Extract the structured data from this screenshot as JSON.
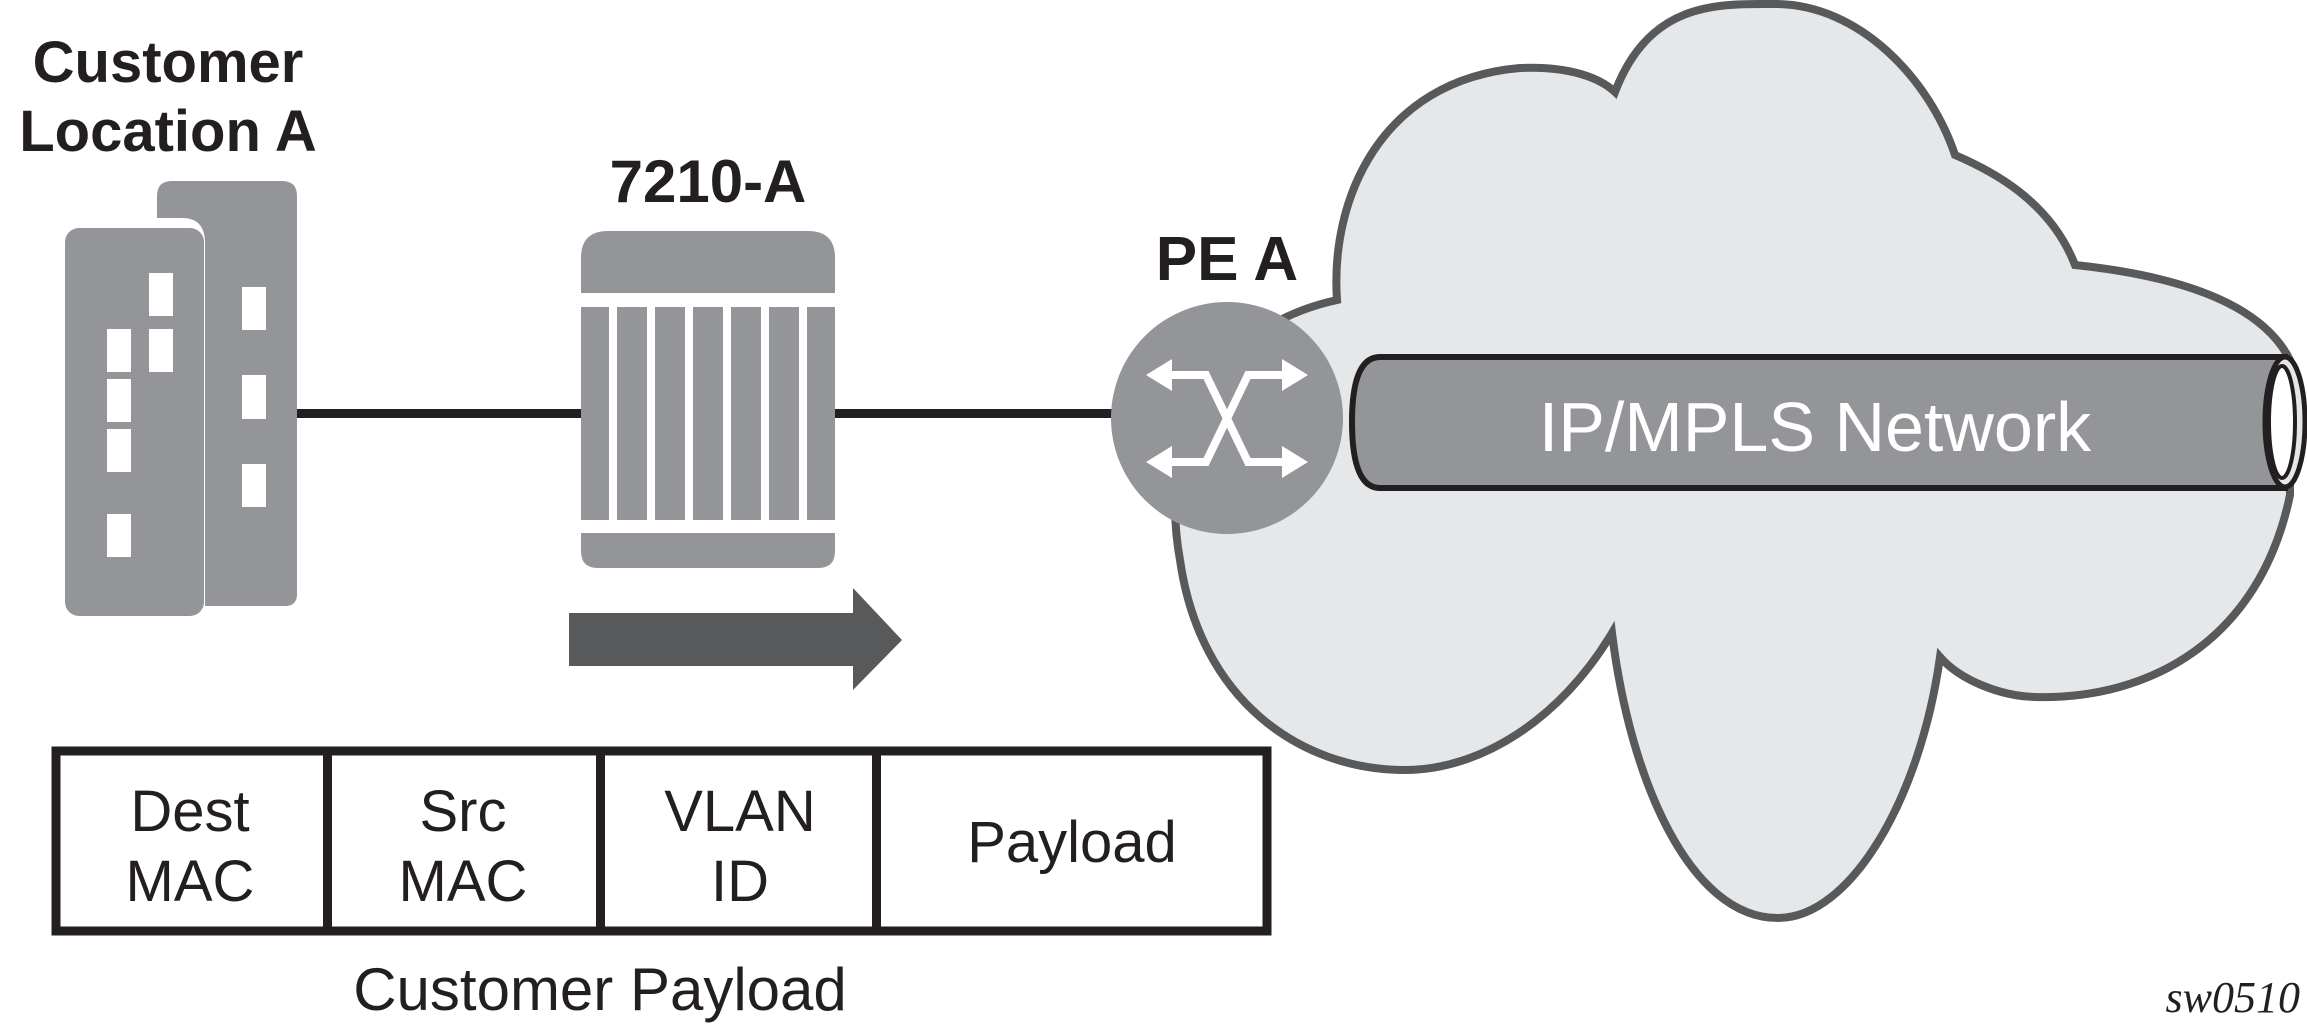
{
  "labels": {
    "customer_location_line1": "Customer",
    "customer_location_line2": "Location A",
    "device_7210": "7210-A",
    "pe_router": "PE A",
    "network": "IP/MPLS Network",
    "frame_caption": "Customer Payload",
    "figure_id": "sw0510"
  },
  "frame": {
    "fields": [
      {
        "line1": "Dest",
        "line2": "MAC"
      },
      {
        "line1": "Src",
        "line2": "MAC"
      },
      {
        "line1": "VLAN",
        "line2": "ID"
      },
      {
        "line1": "Payload",
        "line2": ""
      }
    ]
  },
  "colors": {
    "device_gray": "#939598",
    "cloud_fill": "#e6e7e8",
    "cloud_stroke": "#58595b",
    "arrow": "#58595b",
    "line": "#231f20",
    "text": "#231f20"
  },
  "icons": {
    "building": "building-icon",
    "switch": "switch-7210-icon",
    "router": "router-icon",
    "cloud": "cloud-icon",
    "tunnel": "tunnel-pipe-icon",
    "direction": "arrow-right-icon"
  }
}
